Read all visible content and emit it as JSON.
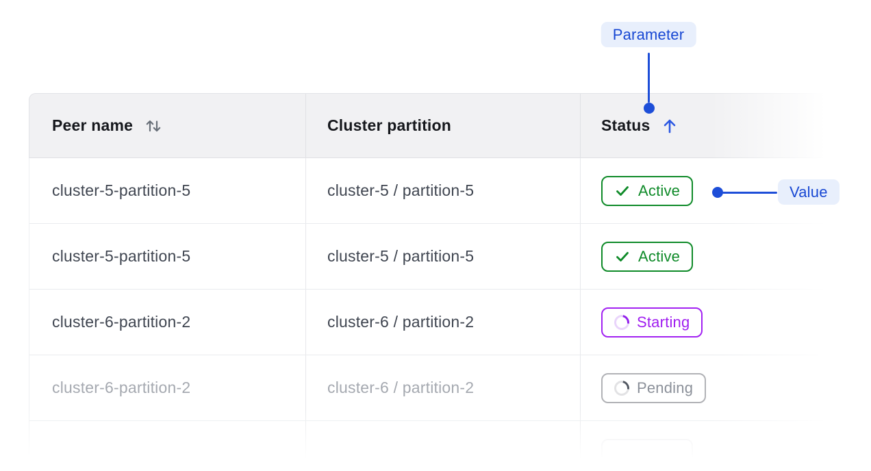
{
  "annotations": {
    "parameter_label": "Parameter",
    "value_label": "Value"
  },
  "table": {
    "columns": [
      {
        "label": "Peer name",
        "sort_icon": "up-down"
      },
      {
        "label": "Cluster partition",
        "sort_icon": "none"
      },
      {
        "label": "Status",
        "sort_icon": "up"
      }
    ],
    "rows": [
      {
        "peer_name": "cluster-5-partition-5",
        "cluster_partition": "cluster-5 / partition-5",
        "status": {
          "label": "Active",
          "state": "active"
        },
        "muted": "false"
      },
      {
        "peer_name": "cluster-5-partition-5",
        "cluster_partition": "cluster-5 / partition-5",
        "status": {
          "label": "Active",
          "state": "active"
        },
        "muted": "false"
      },
      {
        "peer_name": "cluster-6-partition-2",
        "cluster_partition": "cluster-6 / partition-2",
        "status": {
          "label": "Starting",
          "state": "starting"
        },
        "muted": "false"
      },
      {
        "peer_name": "cluster-6-partition-2",
        "cluster_partition": "cluster-6 / partition-2",
        "status": {
          "label": "Pending",
          "state": "pending"
        },
        "muted": "true"
      },
      {
        "peer_name": "",
        "cluster_partition": "",
        "status": {
          "label": "",
          "state": "ghost"
        },
        "muted": "true"
      }
    ]
  },
  "colors": {
    "accent_blue": "#1d4ed8",
    "annotation_pill_bg": "#e8effc",
    "annotation_text": "#1747d3",
    "status_active_green": "#0e8a28",
    "status_starting_purple": "#a01ef0",
    "status_pending_gray": "#8b9099",
    "header_bg": "#f1f1f3",
    "cell_text": "#3f4550",
    "muted_text": "#a5a9b0",
    "border": "#e2e3e7"
  }
}
